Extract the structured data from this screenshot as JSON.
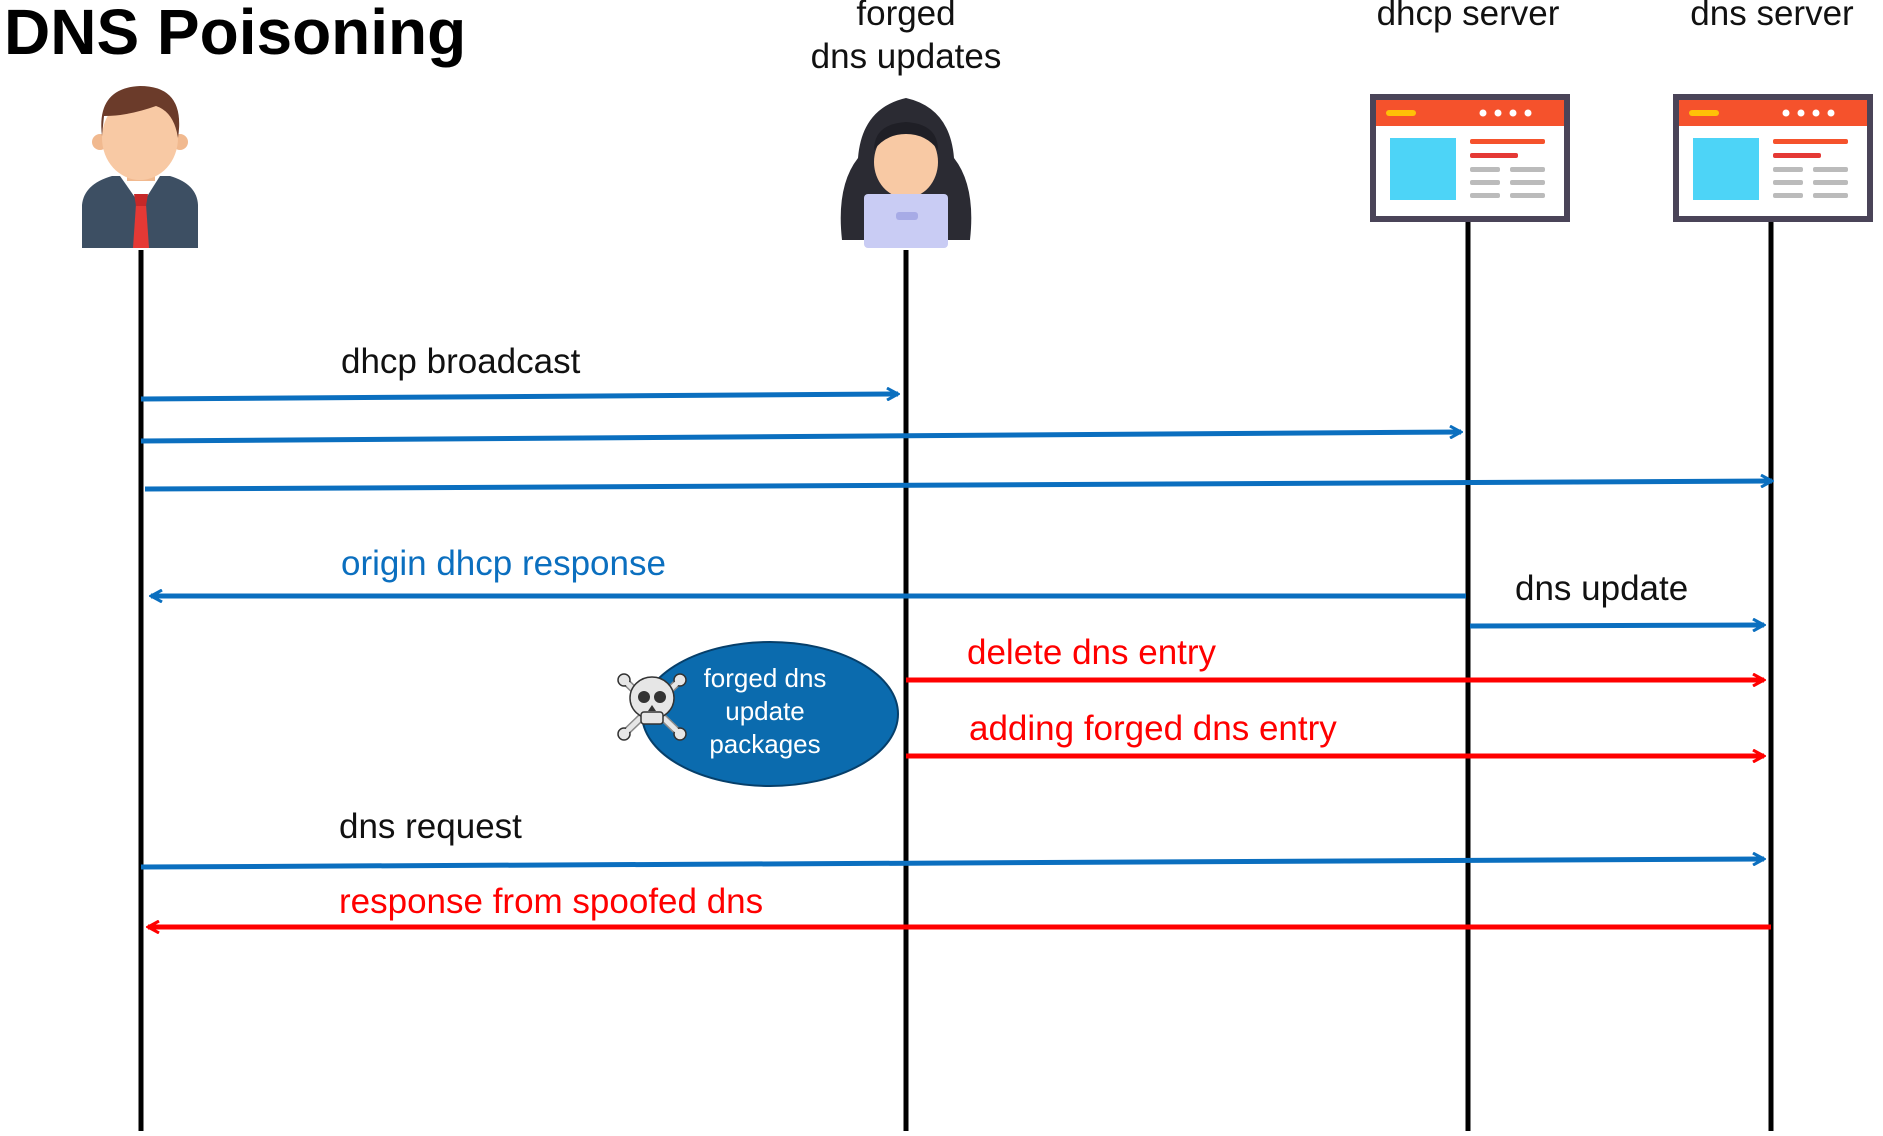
{
  "title": "DNS Poisoning",
  "actors": [
    {
      "id": "client",
      "icon": "businessman-user-icon",
      "label_lines": []
    },
    {
      "id": "attacker",
      "icon": "hooded-hacker-icon",
      "label_lines": [
        "forged",
        "dns updates"
      ]
    },
    {
      "id": "dhcp",
      "icon": "server-window-icon",
      "label_lines": [
        "dhcp server"
      ]
    },
    {
      "id": "dns",
      "icon": "server-window-icon",
      "label_lines": [
        "dns server"
      ]
    }
  ],
  "messages": [
    {
      "id": "dhcp-broadcast-to-attacker",
      "from": "client",
      "to": "attacker",
      "label": "dhcp broadcast",
      "kind": "normal"
    },
    {
      "id": "dhcp-broadcast-to-dhcp",
      "from": "client",
      "to": "dhcp",
      "label": "",
      "kind": "normal"
    },
    {
      "id": "dhcp-broadcast-to-dns",
      "from": "client",
      "to": "dns",
      "label": "",
      "kind": "normal"
    },
    {
      "id": "origin-dhcp-response",
      "from": "dhcp",
      "to": "client",
      "label": "origin dhcp response",
      "kind": "normal"
    },
    {
      "id": "dns-update",
      "from": "dhcp",
      "to": "dns",
      "label": "dns update",
      "kind": "normal"
    },
    {
      "id": "delete-dns-entry",
      "from": "attacker",
      "to": "dns",
      "label": "delete dns entry",
      "kind": "malicious"
    },
    {
      "id": "adding-forged-dns-entry",
      "from": "attacker",
      "to": "dns",
      "label": "adding forged dns entry",
      "kind": "malicious"
    },
    {
      "id": "dns-request",
      "from": "client",
      "to": "dns",
      "label": "dns request",
      "kind": "normal"
    },
    {
      "id": "response-from-spoofed-dns",
      "from": "dns",
      "to": "client",
      "label": "response from spoofed dns",
      "kind": "malicious"
    }
  ],
  "note": {
    "lines": [
      "forged dns",
      "update",
      "packages"
    ],
    "icon": "skull-crossbones-icon"
  },
  "colors": {
    "normal": "#0B6FBF",
    "malicious": "#FF0000",
    "note_fill": "#0B6BAE",
    "lifeline": "#000000",
    "server_header": "#F5522C",
    "server_frame": "#4A4458",
    "server_panel": "#4DD4F7"
  }
}
